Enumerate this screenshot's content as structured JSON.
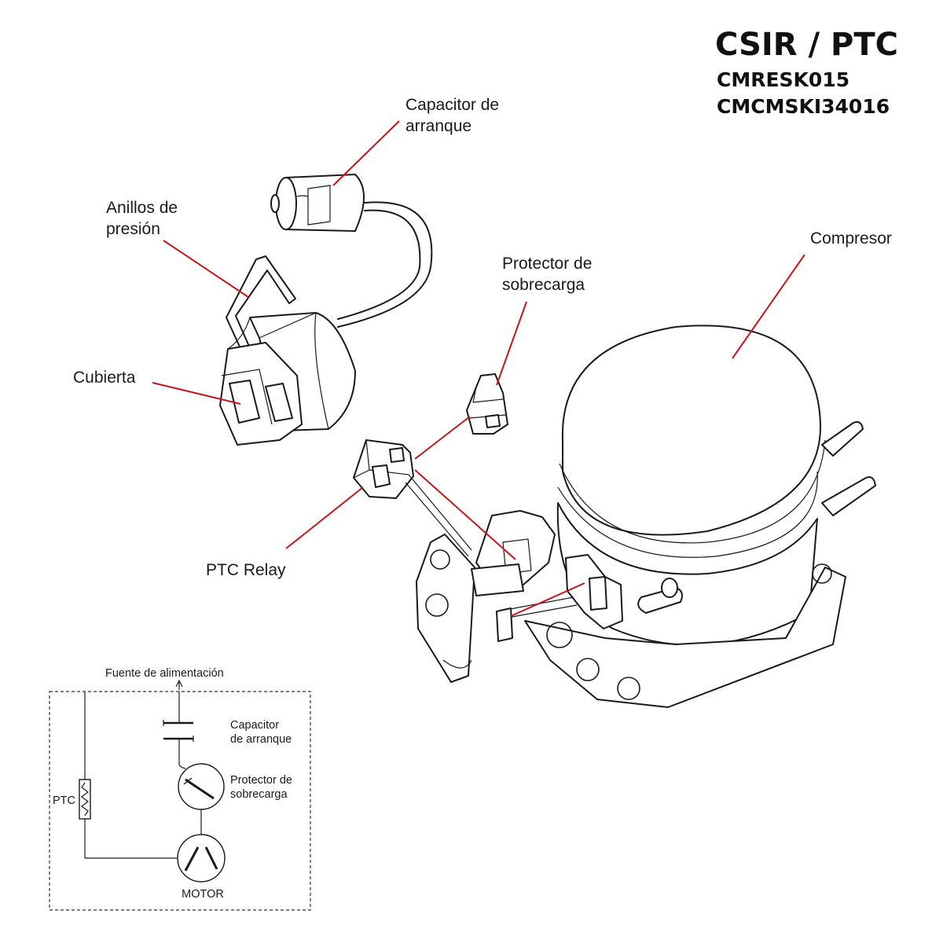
{
  "title": {
    "main": "CSIR / PTC",
    "model_1": "CMRESK015",
    "model_2": "CMCMSKI34016"
  },
  "labels": {
    "capacitor": [
      "Capacitor de",
      "arranque"
    ],
    "anillos": [
      "Anillos de",
      "presión"
    ],
    "cubierta": "Cubierta",
    "compresor": "Compresor",
    "protector": [
      "Protector de",
      "sobrecarga"
    ],
    "ptc_relay": "PTC Relay"
  },
  "circuit": {
    "power": "Fuente de alimentación",
    "capacitor": [
      "Capacitor",
      "de arranque"
    ],
    "protector": [
      "Protector de",
      "sobrecarga"
    ],
    "ptc": "PTC",
    "motor": "MOTOR"
  },
  "colors": {
    "leader_line": "#c4161c",
    "line_art": "#1a1a1a",
    "background": "#ffffff"
  }
}
